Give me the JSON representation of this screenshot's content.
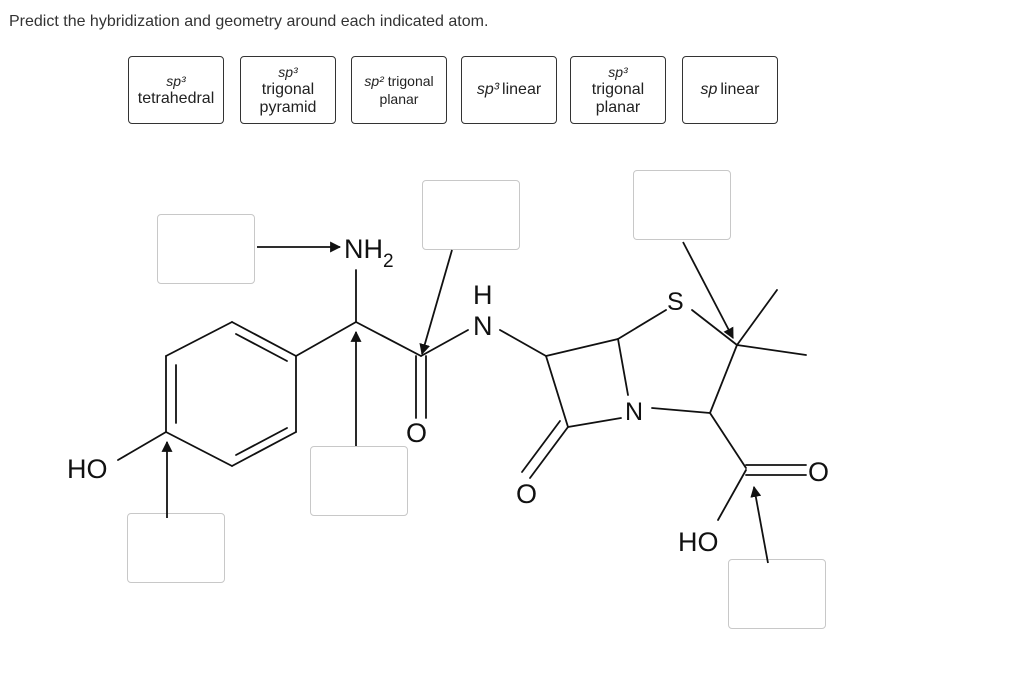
{
  "prompt": "Predict the hybridization and geometry around each indicated atom.",
  "choices": [
    {
      "hyb": "sp³",
      "geom_lines": [
        "tetrahedral"
      ]
    },
    {
      "hyb": "sp³",
      "geom_lines": [
        "trigonal",
        "pyramid"
      ]
    },
    {
      "hyb": "sp²",
      "geom_lines": [
        "trigonal",
        "planar"
      ]
    },
    {
      "hyb": "sp³",
      "geom_lines": [
        "linear"
      ]
    },
    {
      "hyb": "sp³",
      "geom_lines": [
        "trigonal",
        "planar"
      ]
    },
    {
      "hyb": "sp",
      "geom_lines": [
        "linear"
      ]
    }
  ],
  "molecule": {
    "labels": {
      "nh2_n": "NH",
      "nh2_sub": "2",
      "ho_left": "HO",
      "o_amide": "O",
      "nh_h": "H",
      "nh_n": "N",
      "o_lactam": "O",
      "n_ring": "N",
      "s_ring": "S",
      "o_acid": "O",
      "ho_acid": "HO"
    }
  }
}
